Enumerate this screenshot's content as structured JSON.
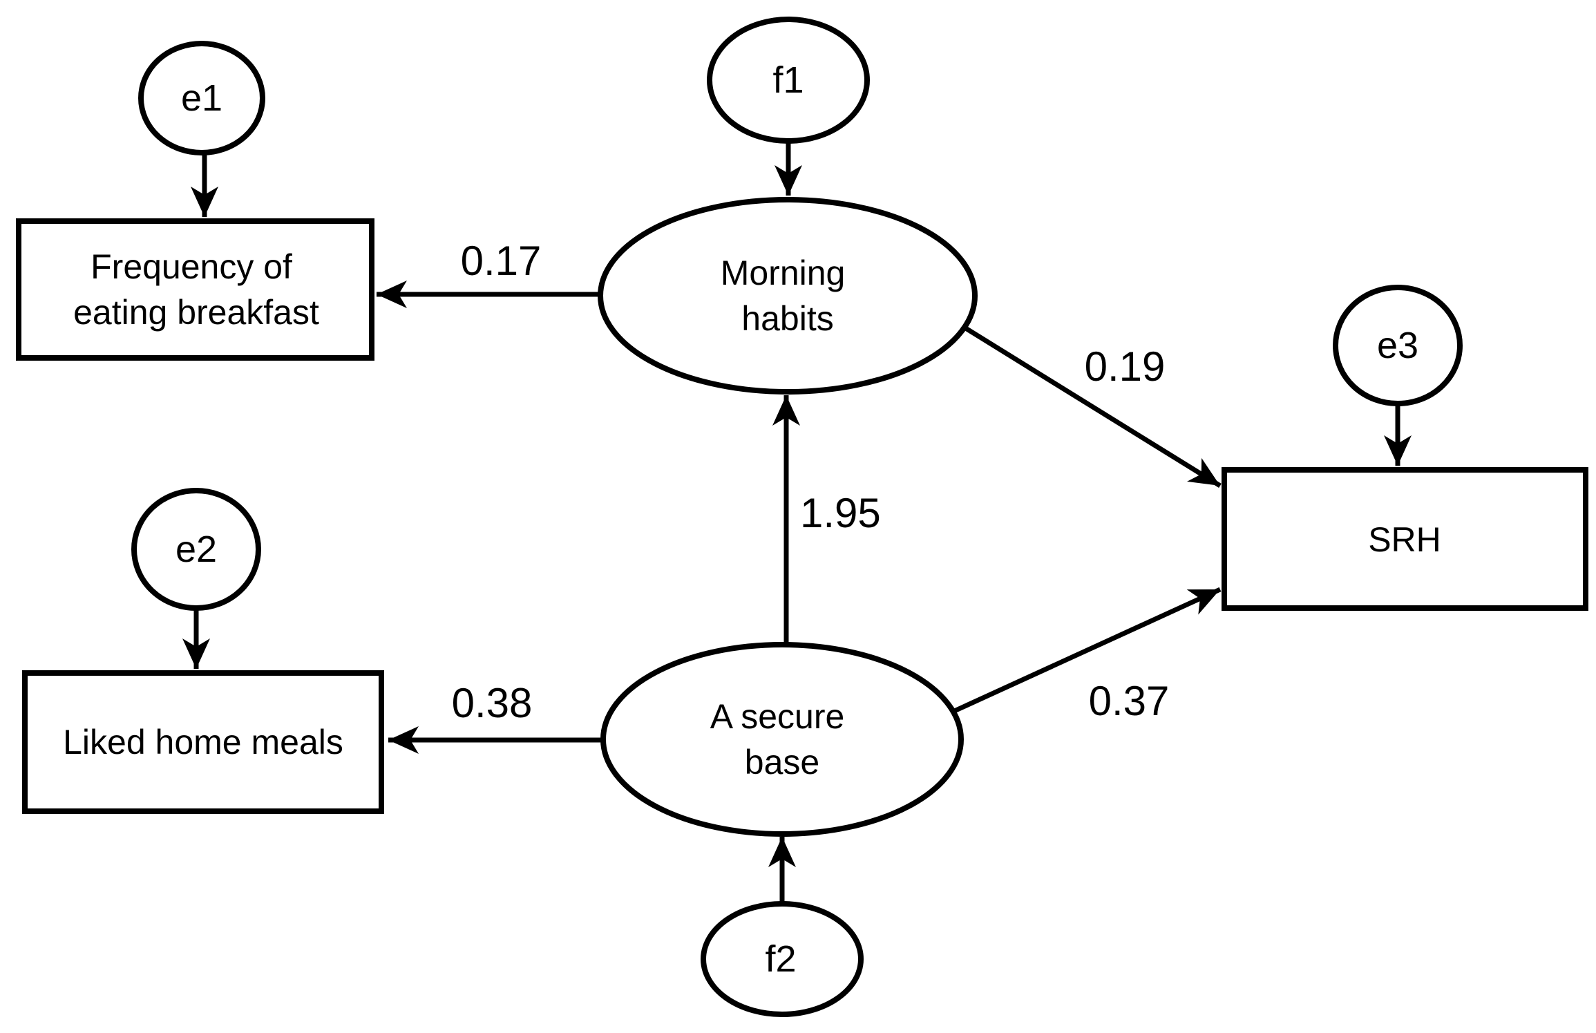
{
  "diagram": {
    "type": "sem-path-diagram",
    "colors": {
      "background": "#ffffff",
      "stroke": "#000000",
      "text": "#000000"
    },
    "latent_variables": {
      "morning_habits": {
        "line1": "Morning",
        "line2": "habits"
      },
      "secure_base": {
        "line1": "A secure",
        "line2": "base"
      }
    },
    "observed_variables": {
      "frequency_breakfast": {
        "line1": "Frequency of",
        "line2": "eating breakfast"
      },
      "liked_home_meals": {
        "label": "Liked home meals"
      },
      "srh": {
        "label": "SRH"
      }
    },
    "error_terms": {
      "e1": {
        "label": "e1"
      },
      "e2": {
        "label": "e2"
      },
      "e3": {
        "label": "e3"
      },
      "f1": {
        "label": "f1"
      },
      "f2": {
        "label": "f2"
      }
    },
    "paths": {
      "mh_to_breakfast": {
        "from": "Morning habits",
        "to": "Frequency of eating breakfast",
        "coefficient": "0.17"
      },
      "mh_to_srh": {
        "from": "Morning habits",
        "to": "SRH",
        "coefficient": "0.19"
      },
      "sb_to_mh": {
        "from": "A secure base",
        "to": "Morning habits",
        "coefficient": "1.95"
      },
      "sb_to_meals": {
        "from": "A secure base",
        "to": "Liked home meals",
        "coefficient": "0.38"
      },
      "sb_to_srh": {
        "from": "A secure base",
        "to": "SRH",
        "coefficient": "0.37"
      }
    }
  }
}
